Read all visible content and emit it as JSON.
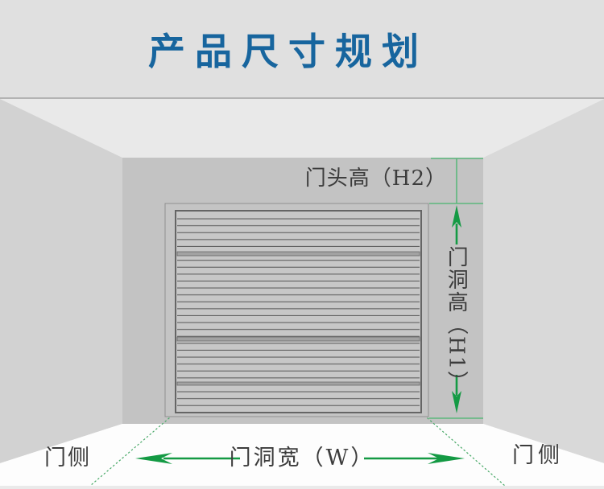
{
  "title": "产品尺寸规划",
  "diagram": {
    "dim_h2_label": "门头高（H2）",
    "dim_h1_label": "门洞高（H1）",
    "dim_w_label": "门洞宽（W）",
    "side_label_left": "门侧",
    "side_label_right": "门侧"
  },
  "colors": {
    "title-blue": "#17659e",
    "green-dark": "#149a44",
    "green-light": "#5cb87c",
    "green-dash": "#49a968",
    "header-bg": "#e0e0e0",
    "ceiling": "#e9e9e9",
    "wall-left": "#d2d2d2",
    "wall-right": "#d9d9d9",
    "wall-back": "#c3c3c3",
    "floor": "#fdfdfd"
  }
}
